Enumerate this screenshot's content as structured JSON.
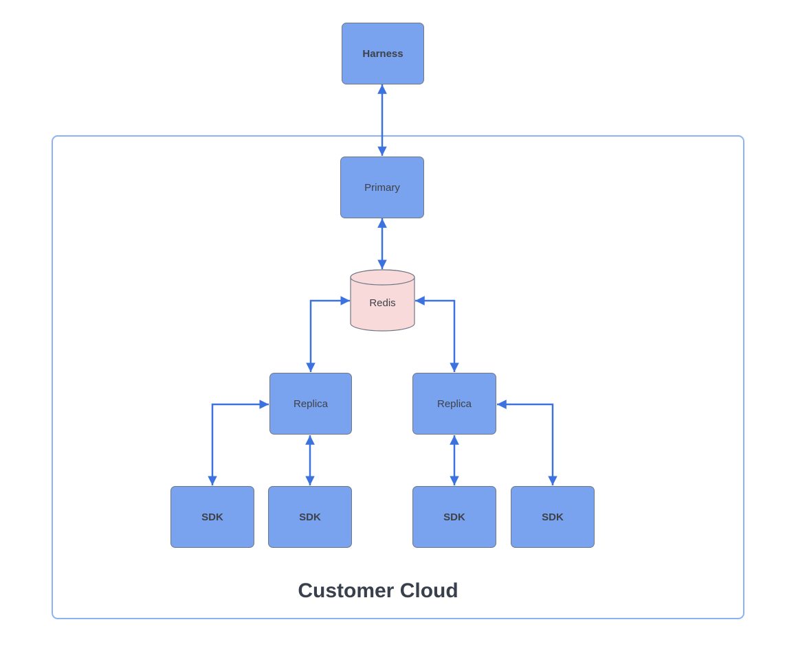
{
  "colors": {
    "node_fill": "#79a3ee",
    "node_stroke": "#707784",
    "node_text": "#3e4149",
    "redis_fill": "#f8dada",
    "redis_stroke": "#707784",
    "arrow_color": "#3b72e0",
    "container_stroke": "#8eb1f5",
    "title_color": "#39404d",
    "background": "#ffffff"
  },
  "diagram": {
    "container_label": "Customer Cloud",
    "nodes": {
      "harness": {
        "label": "Harness",
        "shape": "rectangle",
        "emphasis": "bold"
      },
      "primary": {
        "label": "Primary",
        "shape": "rectangle",
        "emphasis": "regular"
      },
      "redis": {
        "label": "Redis",
        "shape": "cylinder",
        "emphasis": "regular"
      },
      "replica_left": {
        "label": "Replica",
        "shape": "rectangle",
        "emphasis": "regular"
      },
      "replica_right": {
        "label": "Replica",
        "shape": "rectangle",
        "emphasis": "regular"
      },
      "sdk_1": {
        "label": "SDK",
        "shape": "rectangle",
        "emphasis": "bold"
      },
      "sdk_2": {
        "label": "SDK",
        "shape": "rectangle",
        "emphasis": "bold"
      },
      "sdk_3": {
        "label": "SDK",
        "shape": "rectangle",
        "emphasis": "bold"
      },
      "sdk_4": {
        "label": "SDK",
        "shape": "rectangle",
        "emphasis": "bold"
      }
    },
    "edges": [
      {
        "from": "Harness",
        "to": "Primary",
        "bidirectional": true,
        "style": "straight"
      },
      {
        "from": "Primary",
        "to": "Redis",
        "bidirectional": true,
        "style": "straight"
      },
      {
        "from": "Redis",
        "to": "Replica (left)",
        "bidirectional": true,
        "style": "elbow"
      },
      {
        "from": "Redis",
        "to": "Replica (right)",
        "bidirectional": true,
        "style": "elbow"
      },
      {
        "from": "Replica (left)",
        "to": "SDK 1",
        "bidirectional": true,
        "style": "elbow"
      },
      {
        "from": "Replica (left)",
        "to": "SDK 2",
        "bidirectional": true,
        "style": "straight"
      },
      {
        "from": "Replica (right)",
        "to": "SDK 3",
        "bidirectional": true,
        "style": "straight"
      },
      {
        "from": "Replica (right)",
        "to": "SDK 4",
        "bidirectional": true,
        "style": "elbow"
      }
    ]
  }
}
